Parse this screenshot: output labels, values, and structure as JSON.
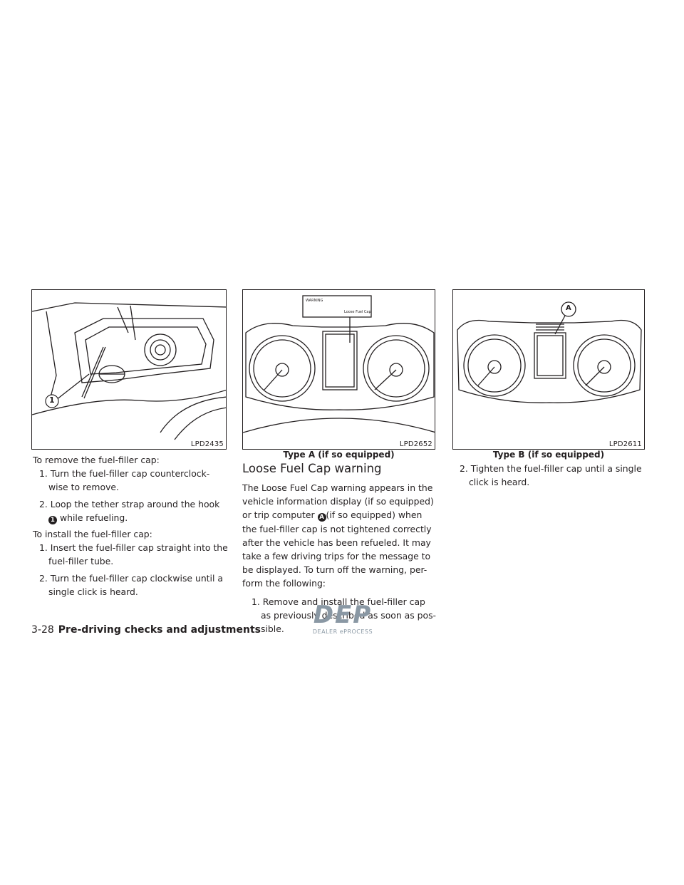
{
  "figures": {
    "cap": {
      "code": "LPD2435",
      "callout": "1"
    },
    "type_a": {
      "code": "LPD2652",
      "caption": "Type A (if so equipped)",
      "warning_title": "WARNING",
      "warning_text": "Loose Fuel Cap"
    },
    "type_b": {
      "code": "LPD2611",
      "caption": "Type B (if so equipped)",
      "callout": "A"
    }
  },
  "col1": {
    "remove_intro": "To remove the fuel-filler cap:",
    "remove_1": "1. Turn the fuel-filler cap counterclock-wise to remove.",
    "remove_2_pre": "2. Loop the tether strap around the hook",
    "remove_2_marker": "1",
    "remove_2_post": "while refueling.",
    "install_intro": "To install the fuel-filler cap:",
    "install_1": "1. Insert the fuel-filler cap straight into the fuel-filler tube.",
    "install_2": "2. Turn the fuel-filler cap clockwise until a single click is heard."
  },
  "col2": {
    "heading": "Loose Fuel Cap warning",
    "para_pre": "The Loose Fuel Cap warning appears in the vehicle information display (if so equipped) or trip computer",
    "para_marker": "A",
    "para_post": "(if so equipped) when the fuel-filler cap is not tightened correctly after the vehicle has been refueled. It may take a few driving trips for the message to be displayed. To turn off the warning, per-form the following:",
    "step_1": "1. Remove and install the fuel-filler cap as previously described as soon as pos-sible."
  },
  "col3": {
    "step_2": "2. Tighten the fuel-filler cap until a single click is heard."
  },
  "footer": {
    "page": "3-28",
    "section": "Pre-driving checks and adjustments"
  },
  "watermark": {
    "logo_text": "DEP",
    "logo_sub": "DEALER ePROCESS"
  }
}
